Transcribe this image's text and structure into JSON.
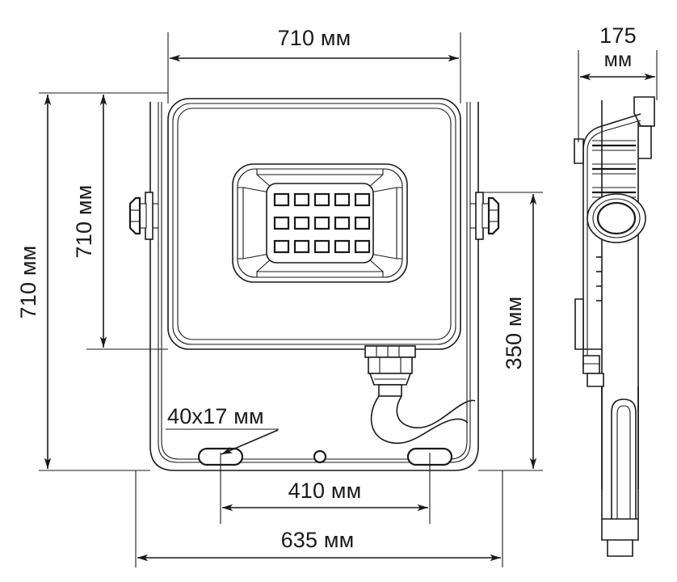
{
  "drawing": {
    "title": "LED floodlight dimensional drawing",
    "units": "мм",
    "line_color": "#1a1a1a",
    "background": "#ffffff"
  },
  "dimensions": {
    "top_width": "710 мм",
    "left_overall_height": "710 мм",
    "left_inner_height": "710 мм",
    "side_width": "175",
    "side_width_unit": "мм",
    "right_height": "350 мм",
    "slot_size": "40x17 мм",
    "mount_hole_spacing": "410 мм",
    "bracket_width": "635 мм"
  },
  "views": {
    "front": {
      "name": "front-view",
      "led_columns": 5,
      "led_rows": 3,
      "led_count": 15,
      "mount_slots": 2,
      "center_hole": 1,
      "side_bolts": 2
    },
    "side": {
      "name": "side-view",
      "heatsink_fins": 3,
      "lens_rings": 3
    }
  }
}
